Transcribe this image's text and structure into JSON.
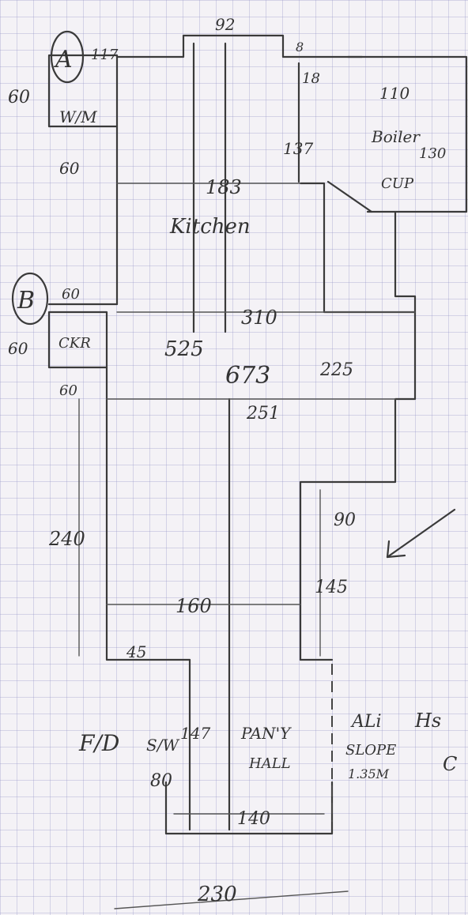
{
  "labels": {
    "a": "A",
    "b": "B",
    "top_left_dim": "117",
    "top_dim": "92",
    "top_right_dim": "8",
    "recess_dim": "18",
    "left_60_a": "60",
    "wm": "W/M",
    "left_60_b": "60",
    "boiler_top": "110",
    "boiler": "Boiler",
    "boiler_right": "130",
    "cup": "CUP",
    "dim_137": "137",
    "dim_183": "183",
    "kitchen": "Kitchen",
    "b_60": "60",
    "b_left_60": "60",
    "ckr": "CKR",
    "dim_310": "310",
    "dim_525": "525",
    "dim_673": "673",
    "dim_225": "225",
    "dim_60_c": "60",
    "dim_251": "251",
    "dim_240": "240",
    "dim_90": "90",
    "dim_145": "145",
    "dim_160": "160",
    "dim_45": "45",
    "f_d": "F/D",
    "sw": "S/W",
    "dim_147": "147",
    "dim_80": "80",
    "pantry": "PAN'Y",
    "hall": "HALL",
    "ali": "ALi",
    "slope": "SLOPE",
    "h_text": "Hs",
    "dim_135": "1.35M",
    "c_text": "C",
    "dim_140": "140",
    "dim_230": "230"
  },
  "colors": {
    "ink": "#3a3a3a",
    "paper": "#f4f2f6",
    "grid": "#9696c8"
  }
}
